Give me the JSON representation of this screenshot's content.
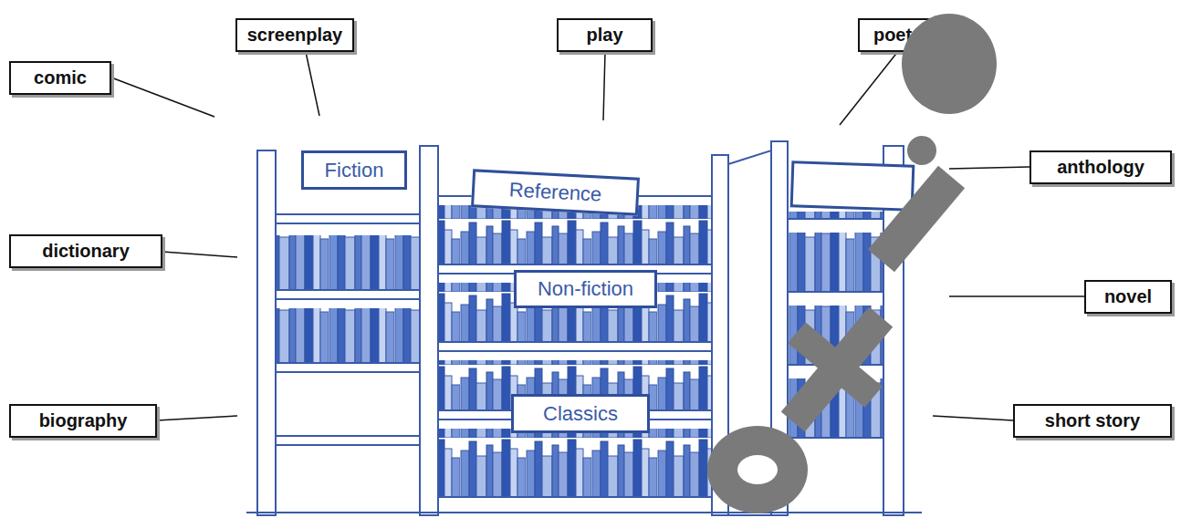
{
  "diagram": {
    "nodes": [
      {
        "text": [
          "screenplay"
        ]
      },
      {
        "text": [
          "play"
        ]
      },
      {
        "text": [
          "poetry"
        ]
      },
      {
        "text": [
          "comic"
        ]
      },
      {
        "text": [
          "anthology"
        ]
      },
      {
        "text": [
          "Fiction"
        ]
      },
      {
        "text": [
          "Reference"
        ]
      },
      {
        "text": [
          "dictionary"
        ]
      },
      {
        "text": [
          "Non-fiction"
        ]
      },
      {
        "text": [
          "novel"
        ]
      },
      {
        "text": [
          "Classics"
        ]
      },
      {
        "text": [
          "biography"
        ]
      },
      {
        "text": [
          "short story"
        ]
      }
    ]
  }
}
